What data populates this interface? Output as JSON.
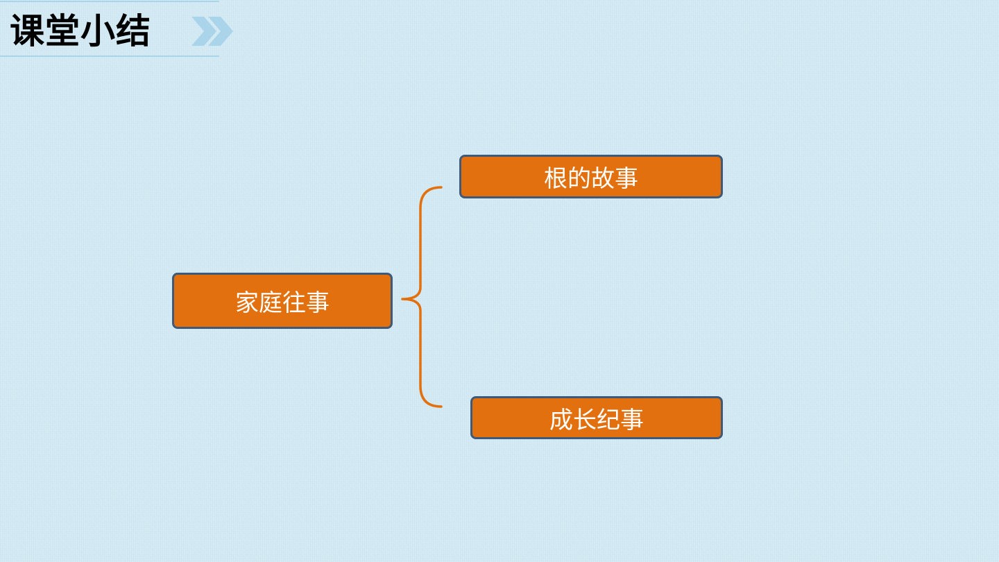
{
  "header": {
    "title": "课堂小结",
    "icon": "double-chevron-right-icon",
    "line_color": "#a9d4ea",
    "chevron_color": "#a9d4ea"
  },
  "diagram": {
    "root": {
      "label": "家庭往事"
    },
    "children": [
      {
        "label": "根的故事"
      },
      {
        "label": "成长纪事"
      }
    ],
    "node_fill": "#e2700f",
    "node_border": "#3e5a78",
    "node_text_color": "#ffffff",
    "bracket_color": "#e2700f"
  },
  "background_color": "#d2e9f3"
}
